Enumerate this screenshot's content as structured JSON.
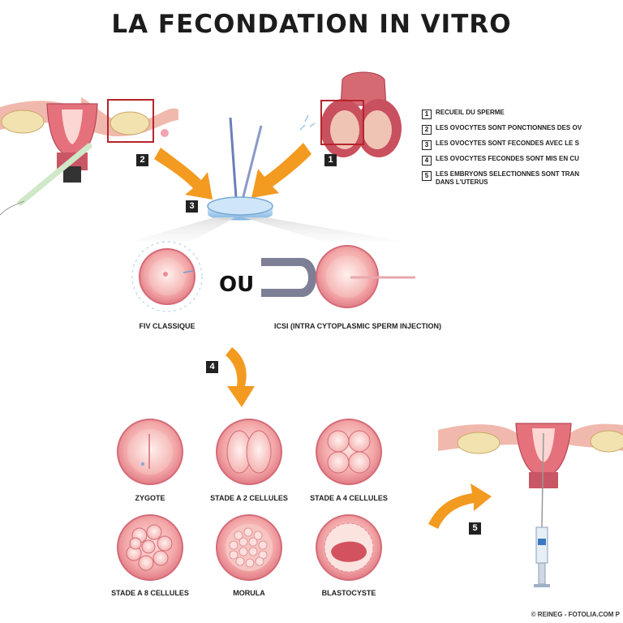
{
  "title": "LA FECONDATION IN VITRO",
  "legend": [
    {
      "num": "1",
      "text": "RECUEIL DU SPERME"
    },
    {
      "num": "2",
      "text": "LES OVOCYTES SONT PONCTIONNES DES OV"
    },
    {
      "num": "3",
      "text": "LES OVOCYTES SONT FECONDES AVEC LE S"
    },
    {
      "num": "4",
      "text": "LES OVOCYTES FECONDES SONT MIS EN CU"
    },
    {
      "num": "5",
      "text": "LES EMBRYONS SELECTIONNES SONT TRAN",
      "text2": "DANS L'UTERUS"
    }
  ],
  "steps": {
    "s1": "1",
    "s2": "2",
    "s3": "3",
    "s4": "4",
    "s5": "5"
  },
  "methods": {
    "classic": "FIV CLASSIQUE",
    "or": "OU",
    "icsi": "ICSI (INTRA CYTOPLASMIC SPERM INJECTION)"
  },
  "stages": [
    "ZYGOTE",
    "STADE A 2 CELLULES",
    "STADE A 4 CELLULES",
    "STADE A 8 CELLULES",
    "MORULA",
    "BLASTOCYSTE"
  ],
  "copyright": "© REINEG - FOTOLIA.COM P",
  "colors": {
    "arrow": "#f39a21",
    "tissue": "#e9838a",
    "tissue_dark": "#c94d5a",
    "cell_light": "#f7c9c6",
    "dish": "#9fc6e8"
  }
}
